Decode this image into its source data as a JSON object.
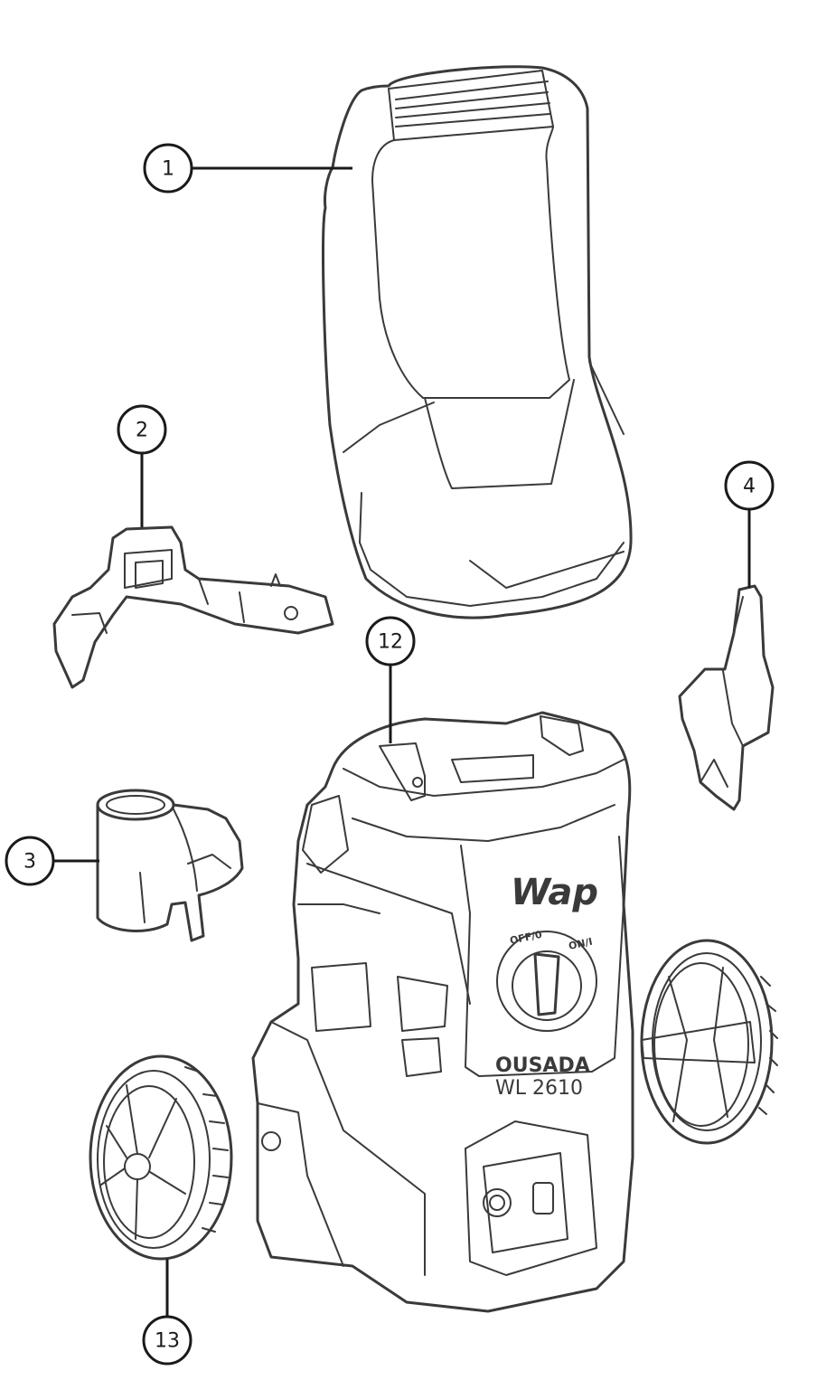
{
  "callouts": [
    {
      "id": "1",
      "label": "1"
    },
    {
      "id": "2",
      "label": "2"
    },
    {
      "id": "3",
      "label": "3"
    },
    {
      "id": "4",
      "label": "4"
    },
    {
      "id": "12",
      "label": "12"
    },
    {
      "id": "13",
      "label": "13"
    }
  ],
  "product": {
    "brand": "Wap",
    "model_name": "OUSADA",
    "model_number": "WL 2610",
    "switch_off_label": "OFF/0",
    "switch_on_label": "ON/I"
  }
}
